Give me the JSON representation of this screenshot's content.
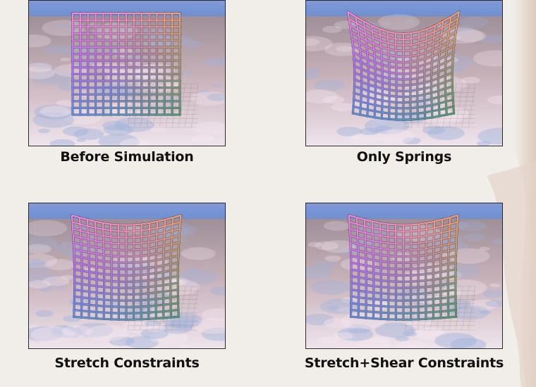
{
  "colors": {
    "sky": "#6f8fd0",
    "cloth_top": "#f58ad8",
    "cloth_mid": "#b36df0",
    "cloth_bottom": "#5a8de0",
    "cloth_right": "#f3a55a",
    "cloth_bottom_right": "#4f9a56",
    "floor": "#d7c2c8"
  },
  "panels": [
    {
      "id": "before",
      "caption": "Before Simulation",
      "sag": 0,
      "waist": 0
    },
    {
      "id": "springs",
      "caption": "Only Springs",
      "sag": 0.5,
      "waist": 0.12
    },
    {
      "id": "stretch",
      "caption": "Stretch Constraints",
      "sag": 0.22,
      "waist": 0.05
    },
    {
      "id": "shear",
      "caption": "Stretch+Shear Constraints",
      "sag": 0.22,
      "waist": 0.04
    }
  ]
}
